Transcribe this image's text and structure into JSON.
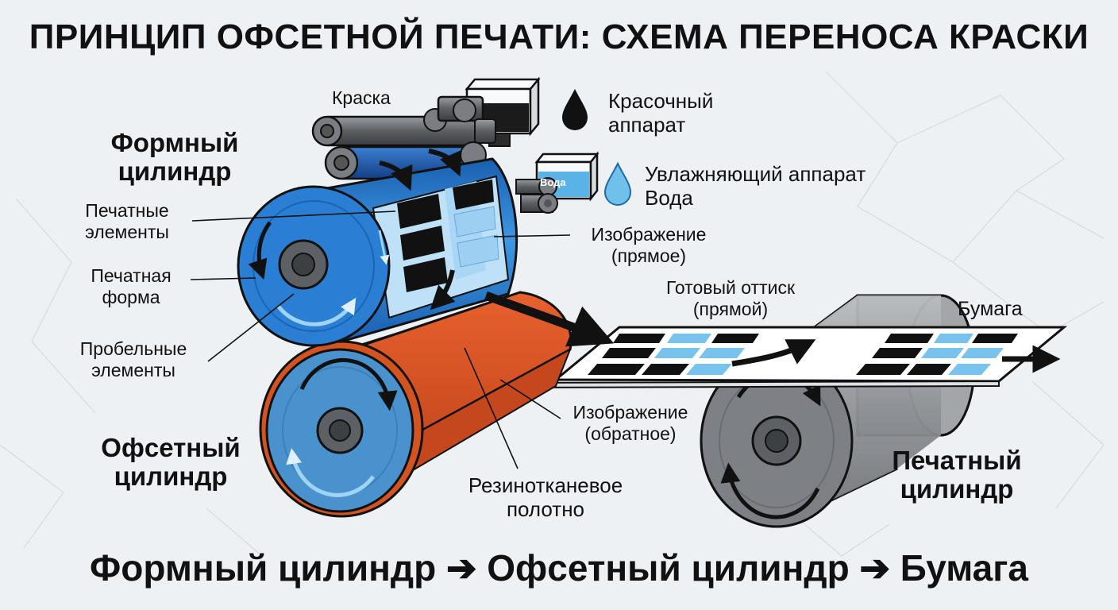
{
  "title": "ПРИНЦИП ОФСЕТНОЙ ПЕЧАТИ: СХЕМА ПЕРЕНОСА КРАСКИ",
  "labels": {
    "ink": "Краска",
    "inking_unit_1": "Красочный",
    "inking_unit_2": "аппарат",
    "dampening_unit": "Увлажняющий аппарат",
    "water": "Вода",
    "water_tank": "Вода",
    "plate_cylinder_1": "Формный",
    "plate_cylinder_2": "цилиндр",
    "printing_elements_1": "Печатные",
    "printing_elements_2": "элементы",
    "printing_plate_1": "Печатная",
    "printing_plate_2": "форма",
    "blank_elements_1": "Пробельные",
    "blank_elements_2": "элементы",
    "image_direct_1": "Изображение",
    "image_direct_2": "(прямое)",
    "finished_print_1": "Готовый оттиск",
    "finished_print_2": "(прямой)",
    "paper": "Бумага",
    "image_reverse_1": "Изображение",
    "image_reverse_2": "(обратное)",
    "offset_cylinder_1": "Офсетный",
    "offset_cylinder_2": "цилиндр",
    "blanket_1": "Резинотканевое",
    "blanket_2": "полотно",
    "impression_cylinder_1": "Печатный",
    "impression_cylinder_2": "цилиндр"
  },
  "footer": "Формный цилиндр ➔ Офсетный цилиндр ➔ Бумага",
  "colors": {
    "plate_blue": "#1e74c8",
    "plate_light": "#4fa3e6",
    "blanket_orange": "#e0582a",
    "offset_blue": "#3d8fd0",
    "impression_gray": "#8d9094",
    "ink_black": "#111111",
    "water_blue": "#6fc0ea"
  },
  "icons": [
    "ink-drop-icon",
    "water-drop-icon",
    "arrow-right-icon"
  ]
}
